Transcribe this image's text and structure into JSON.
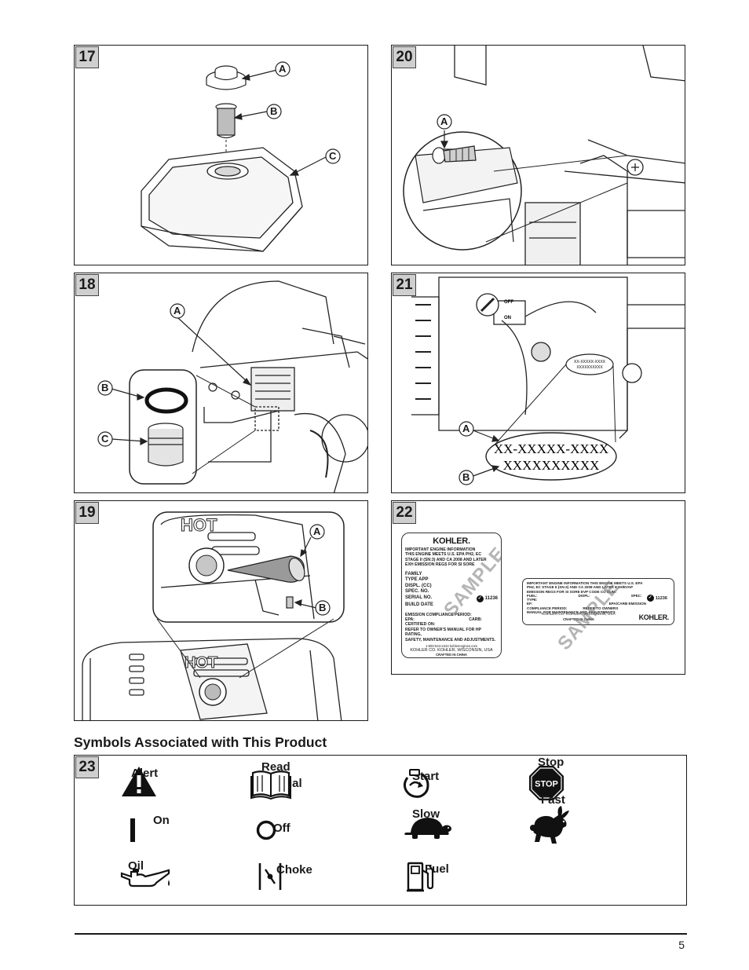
{
  "figures": {
    "f17": {
      "number": "17",
      "callouts": [
        "A",
        "B",
        "C"
      ]
    },
    "f18": {
      "number": "18",
      "callouts": [
        "A",
        "B",
        "C"
      ]
    },
    "f19": {
      "number": "19",
      "callouts": [
        "A",
        "B"
      ],
      "muffler_text": "HOT"
    },
    "f20": {
      "number": "20",
      "callouts": [
        "A"
      ]
    },
    "f21": {
      "number": "21",
      "callouts": [
        "A",
        "B"
      ],
      "switch_off": "OFF",
      "switch_on": "ON",
      "small_label_line1": "XX-XXXXX-XXXX",
      "small_label_line2": "XXXXXXXXXX",
      "big_label_line1": "XX-XXXXX-XXXX",
      "big_label_line2": "XXXXXXXXXX"
    },
    "f22": {
      "number": "22",
      "brand": "KOHLER.",
      "watermark": "SAMPLE",
      "left_label": {
        "head": [
          "IMPORTANT ENGINE INFORMATION",
          "THIS ENGINE MEETS U.S. EPA PH2, EC",
          "STAGE II (SN:3) AND CA 2008 AND LATER",
          "EXH EMISSION REGS FOR SI SORE"
        ],
        "fields": [
          "FAMILY",
          "TYPE APP",
          "DISPL. (CC)",
          "SPEC. NO.",
          "SERIAL NO.",
          "BUILD DATE"
        ],
        "cert": "11236",
        "lower": [
          "EMISSION COMPLIANCE PERIOD:",
          "EPA:",
          "CARB:",
          "CERTIFIED ON:",
          "REFER TO OWNER'S MANUAL FOR HP RATING,",
          "SAFETY, MAINTENANCE AND ADJUSTMENTS."
        ],
        "phone": "1-800-544-2444 kohlerengines.com",
        "company": "KOHLER CO. KOHLER, WISCONSIN, USA",
        "crafted": "CRAFTED IN CHINA"
      },
      "right_label": {
        "lines": [
          "IMPORTANT ENGINE INFORMATION THIS ENGINE MEETS U.S. EPA",
          "PH2, EC STAGE II (SN:3) AND CA 2008 AND LATER EXH/EVAP",
          "EMISSION REGS FOR SI SORE EVP CODE CO DUM:",
          "FUEL:",
          "DISPL:",
          "SPEC:",
          "TYPE:",
          "EF:",
          "EPA/CARB EMISSION",
          "COMPLIANCE PERIOD:",
          "REFER TO OWNERS",
          "MANUAL FOR MAINTENANCE AND ADJUSTMENTS"
        ],
        "cert": "11236",
        "company": "KOHLER CO. KOHLER, WISCONSIN, USA",
        "crafted": "CRAFTED IN CHINA",
        "brand": "KOHLER."
      }
    },
    "f23": {
      "number": "23"
    }
  },
  "section_title": "Symbols Associated with This Product",
  "symbols": {
    "alert": "Alert",
    "read_manual_1": "Read",
    "read_manual_2": "Manual",
    "start": "Start",
    "stop": "Stop",
    "stop_sign": "STOP",
    "on": "On",
    "off": "Off",
    "slow": "Slow",
    "fast": "Fast",
    "oil": "Oil",
    "choke": "Choke",
    "fuel": "Fuel"
  },
  "page_number": "5"
}
